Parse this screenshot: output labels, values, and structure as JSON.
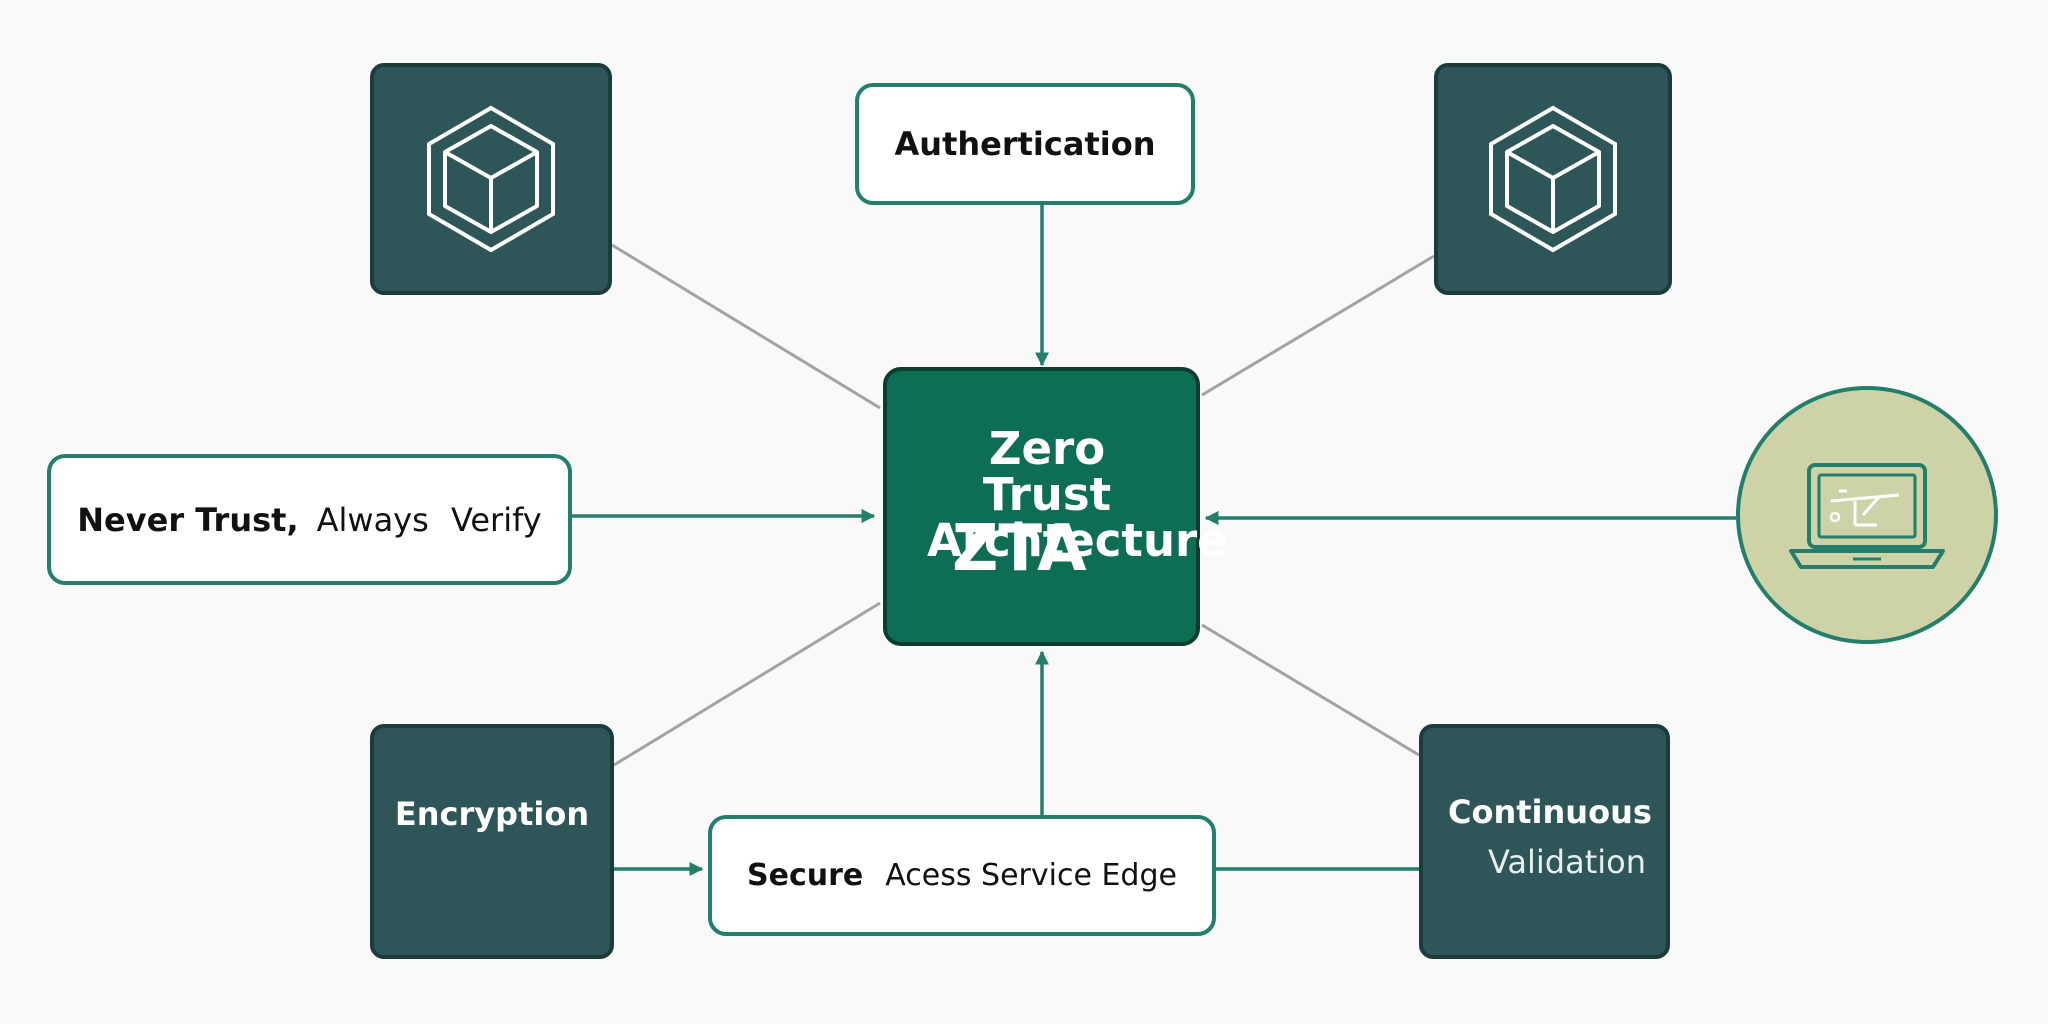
{
  "diagram": {
    "center": {
      "title": "Zero Trust Archtecture",
      "abbreviation": "ZTA"
    },
    "nodes": {
      "authentication": "Authertication",
      "never_trust": {
        "strong": "Never Trust,",
        "rest": "Always  Verify"
      },
      "encryption": "Encryption",
      "sase": {
        "strong": "Secure",
        "rest": "Acess Service  Edge"
      },
      "continuous": {
        "line1": "Continuous",
        "line2": "Validation"
      }
    },
    "icons": {
      "top_left": "cube-icon",
      "top_right": "cube-icon",
      "right": "laptop-icon"
    },
    "colors": {
      "center_fill": "#0e6e55",
      "dark_box": "#2e5558",
      "accent": "#237e6c",
      "connector_gray": "#a3a3a3",
      "laptop_circle": "#cdd3a7"
    }
  }
}
